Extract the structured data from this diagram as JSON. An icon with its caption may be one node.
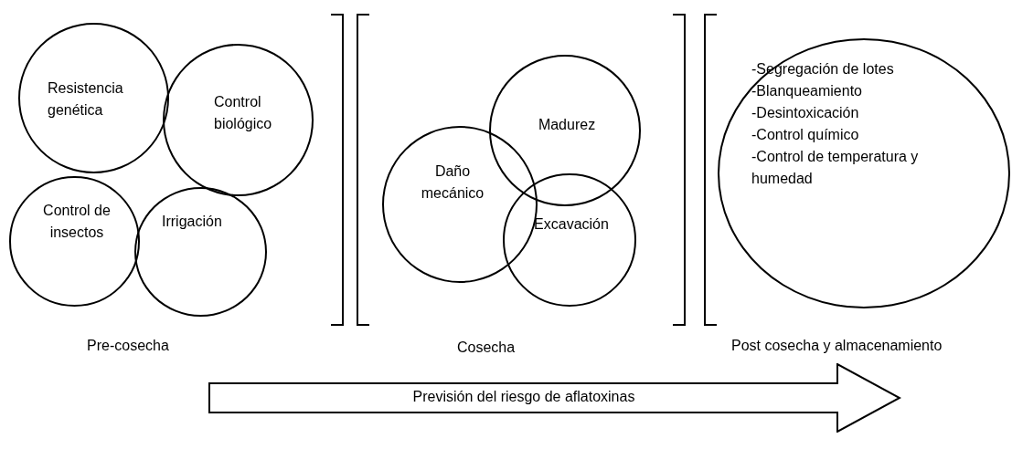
{
  "diagram": {
    "nodes": [
      {
        "text": [
          "Resistencia genética"
        ]
      },
      {
        "text": [
          "Control biológico"
        ]
      },
      {
        "text": [
          "Control de insectos"
        ]
      },
      {
        "text": [
          "Irrigación"
        ]
      },
      {
        "text": [
          "Madurez"
        ]
      },
      {
        "text": [
          "Daño mecánico"
        ]
      },
      {
        "text": [
          "Excavación"
        ]
      },
      {
        "text": [
          "-Segregación de lotes",
          "-Blanqueamiento",
          "-Desintoxicación",
          "-Control químico",
          "-Control de temperatura y humedad"
        ]
      },
      {
        "text": [
          "Previsión del riesgo de aflatoxinas"
        ]
      }
    ],
    "labels": [
      "Pre-cosecha",
      "Cosecha",
      "Post cosecha y almacenamiento"
    ]
  }
}
